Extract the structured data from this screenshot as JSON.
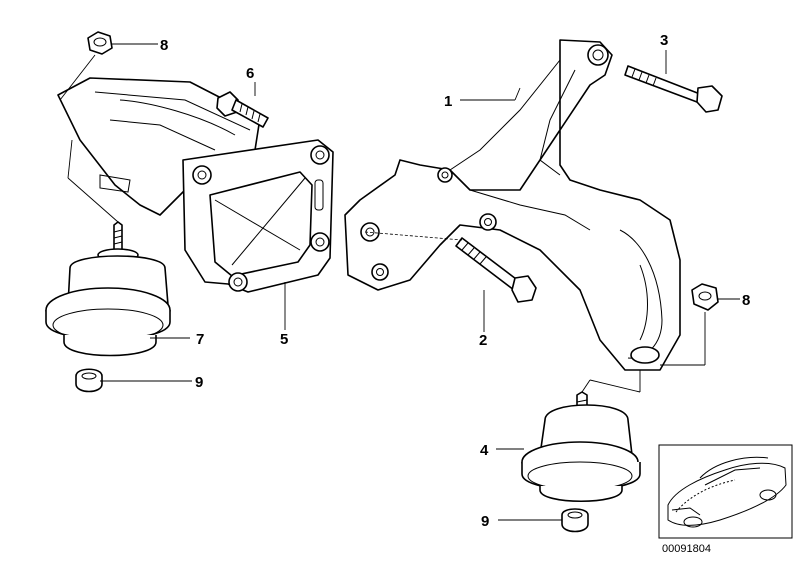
{
  "diagram": {
    "callouts": [
      {
        "id": "c1",
        "label": "1"
      },
      {
        "id": "c2",
        "label": "2"
      },
      {
        "id": "c3",
        "label": "3"
      },
      {
        "id": "c4",
        "label": "4"
      },
      {
        "id": "c5",
        "label": "5"
      },
      {
        "id": "c6",
        "label": "6"
      },
      {
        "id": "c7",
        "label": "7"
      },
      {
        "id": "c8a",
        "label": "8"
      },
      {
        "id": "c8b",
        "label": "8"
      },
      {
        "id": "c9a",
        "label": "9"
      },
      {
        "id": "c9b",
        "label": "9"
      }
    ],
    "reference_number": "00091804"
  }
}
